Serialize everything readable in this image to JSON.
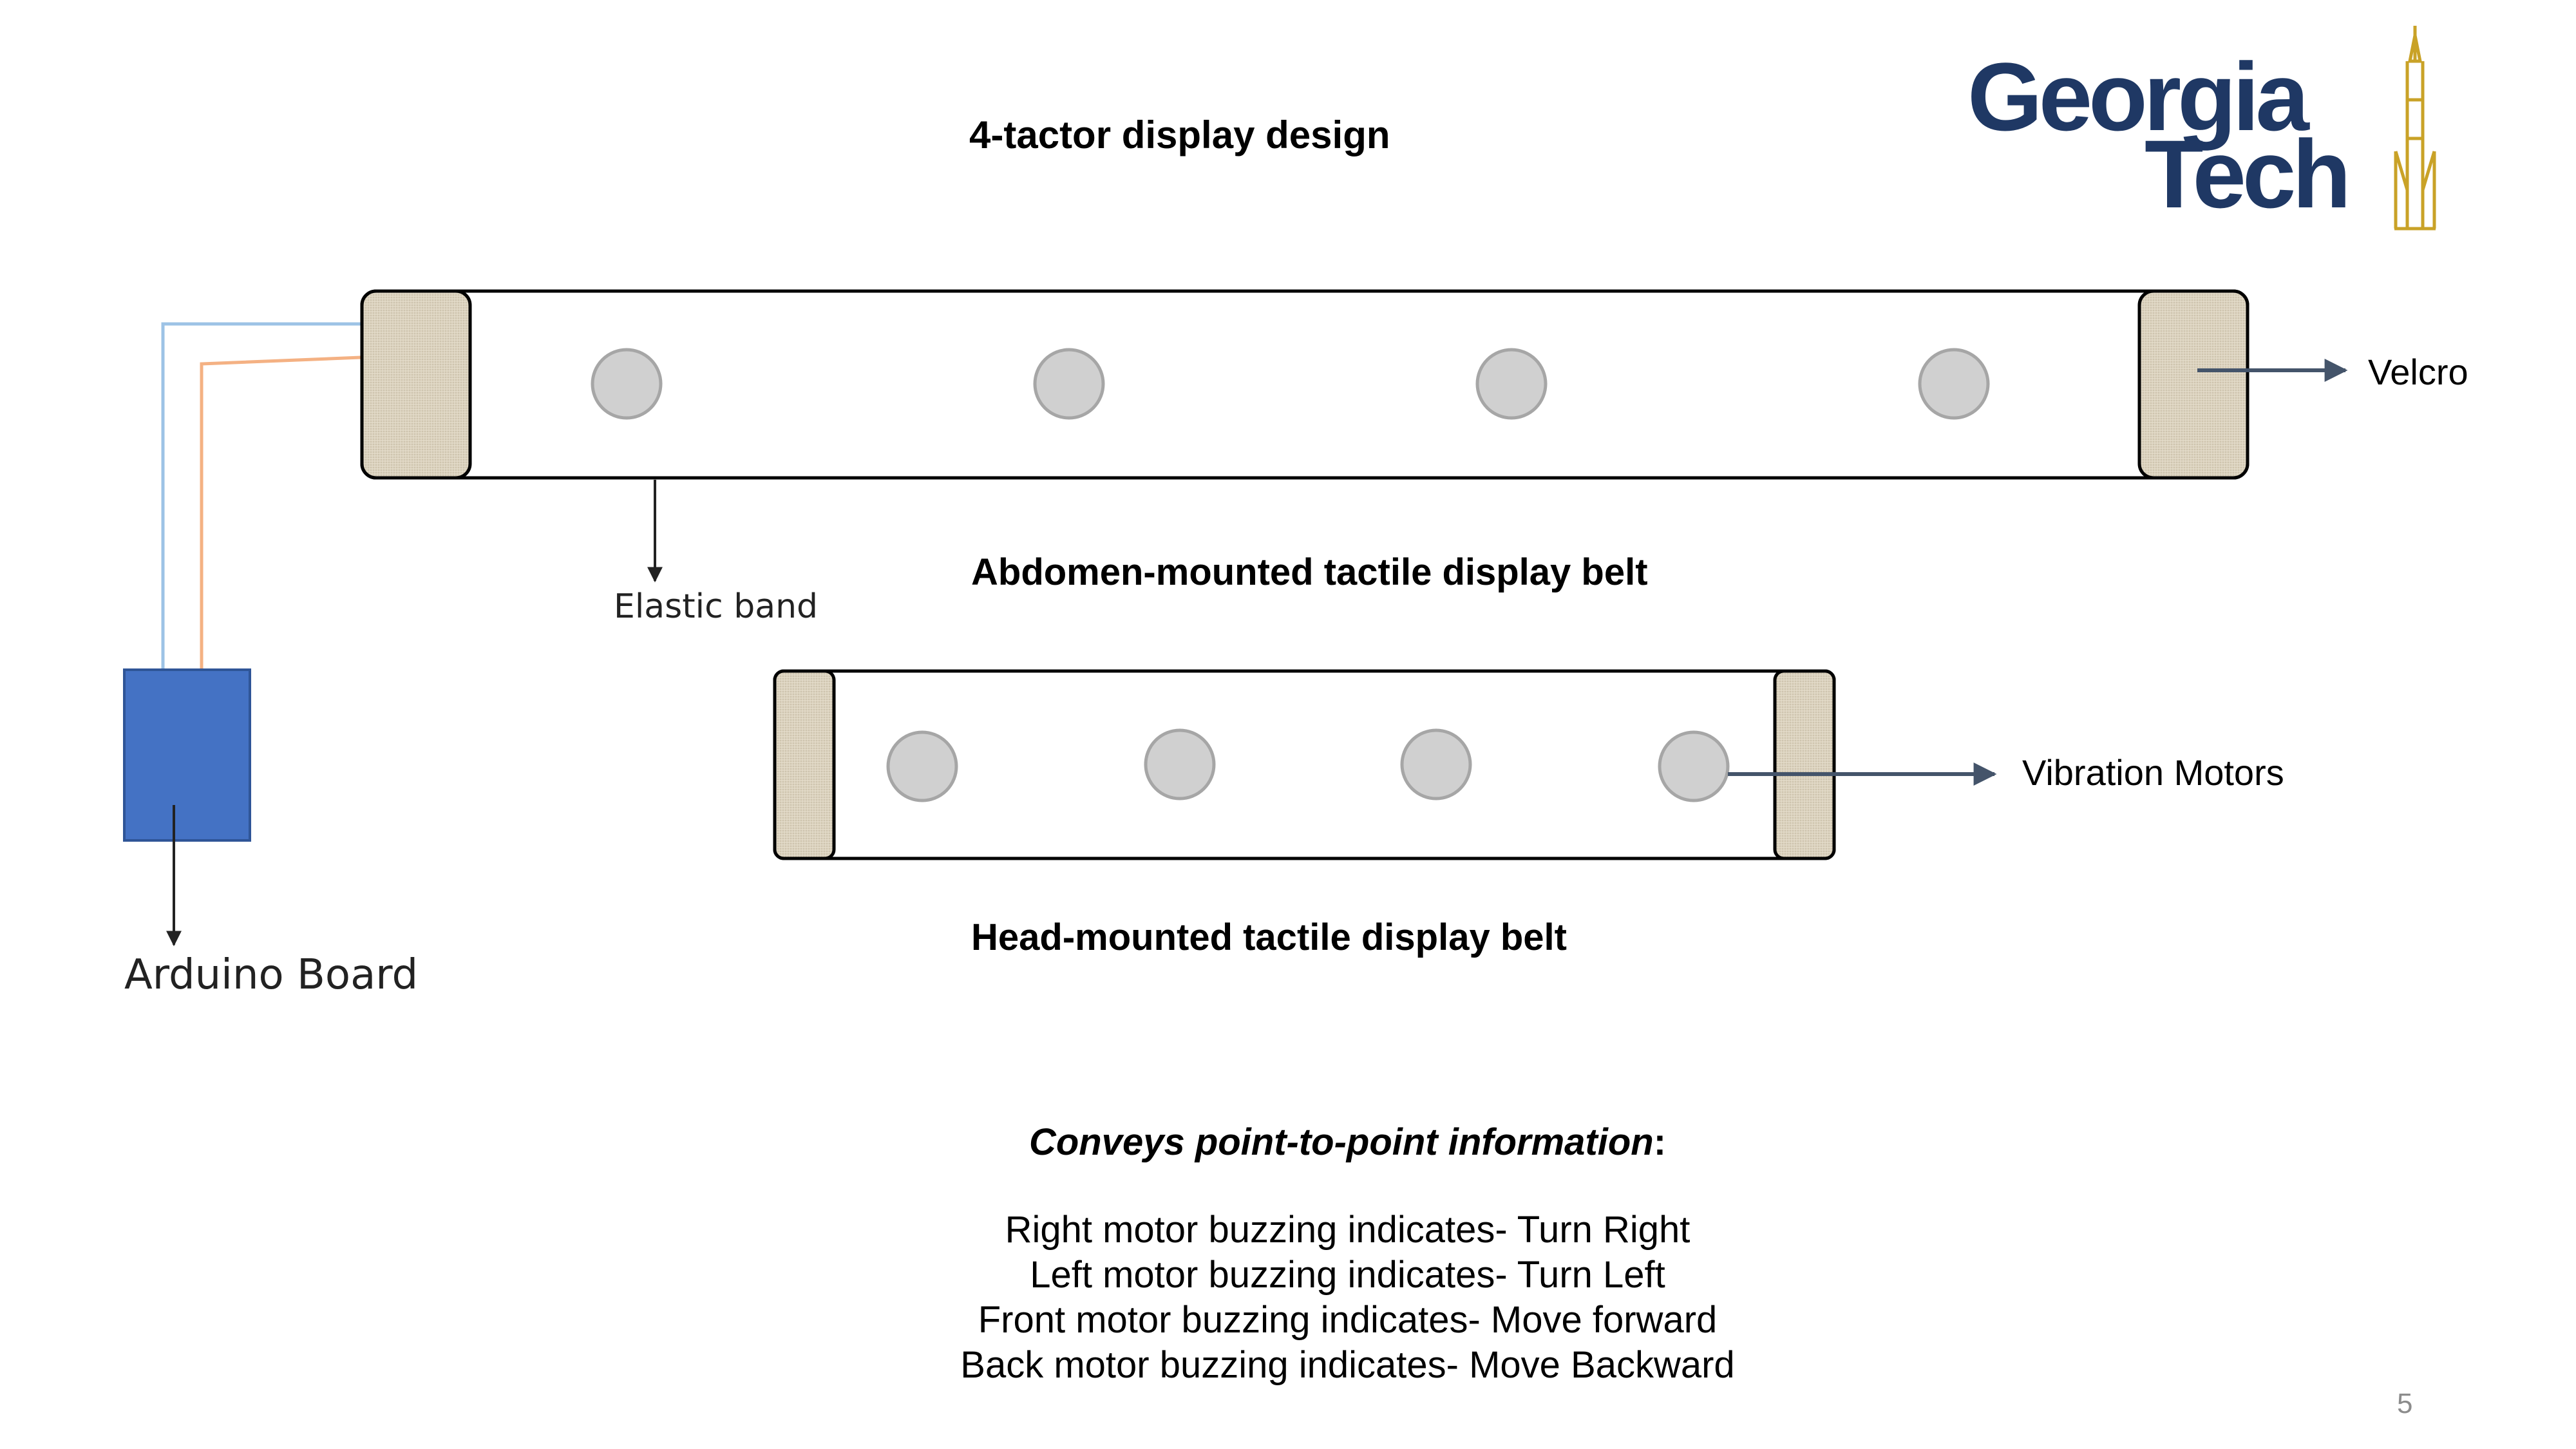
{
  "title": "4-tactor display design",
  "labels": {
    "velcro": "Velcro",
    "elastic_band": "Elastic band",
    "arduino_board": "Arduino Board",
    "vibration_motors": "Vibration Motors",
    "abdomen_belt": "Abdomen-mounted tactile display belt",
    "head_belt": "Head-mounted tactile display belt"
  },
  "info": {
    "heading": "Conveys point-to-point information",
    "heading_suffix": ":",
    "lines": [
      "Right motor buzzing indicates- Turn Right",
      "Left motor buzzing indicates- Turn Left",
      "Front motor buzzing indicates- Move forward",
      "Back motor buzzing indicates- Move Backward"
    ]
  },
  "logo": {
    "line1": "Georgia",
    "line2": "Tech"
  },
  "page_number": "5",
  "colors": {
    "board": "#4472c4",
    "board_border": "#2f5597",
    "wire_blue": "#9dc3e6",
    "wire_orange": "#f4b183",
    "motor_fill": "#d0d0d0",
    "motor_stroke": "#a6a6a6",
    "velcro": "#ddd4c0",
    "logo_navy": "#1f3864",
    "logo_gold": "#c9a227",
    "arrow": "#44546a"
  }
}
